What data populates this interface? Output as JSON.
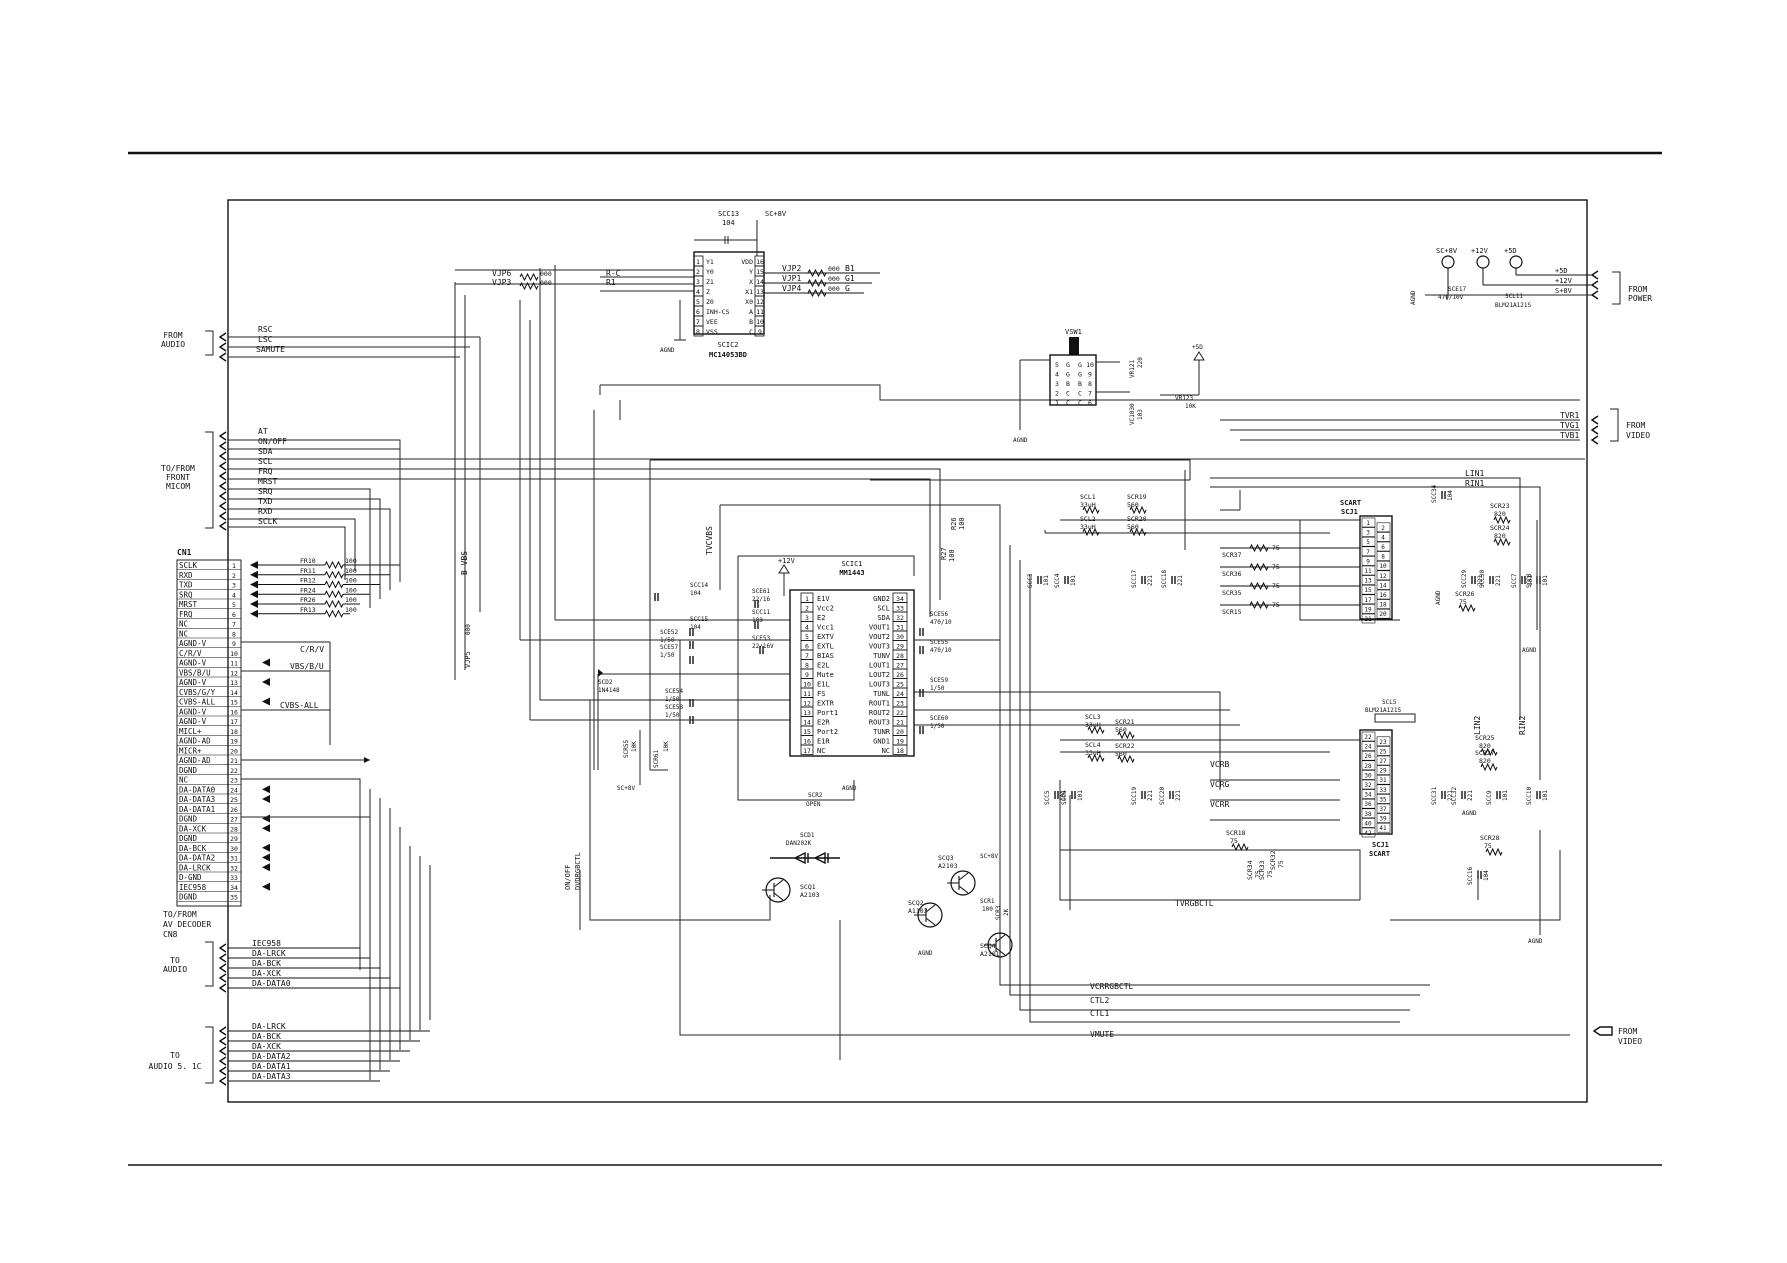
{
  "connectors": {
    "from_audio": {
      "title": [
        "FROM",
        "AUDIO"
      ],
      "signals": [
        "RSC",
        "LSC",
        "SAMUTE"
      ]
    },
    "front_micom": {
      "title": [
        "TO/FROM",
        "FRONT",
        "MICOM"
      ],
      "signals": [
        "AT",
        "ON/OFF",
        "SDA",
        "SCL",
        "FRQ",
        "MRST",
        "SRQ",
        "TXD",
        "RXD",
        "SCLK"
      ]
    },
    "cn1": {
      "title": "CN1",
      "rows": [
        {
          "pin": "1",
          "label": "SCLK"
        },
        {
          "pin": "2",
          "label": "RXD"
        },
        {
          "pin": "3",
          "label": "TXD"
        },
        {
          "pin": "4",
          "label": "SRQ"
        },
        {
          "pin": "5",
          "label": "MRST"
        },
        {
          "pin": "6",
          "label": "FRQ"
        },
        {
          "pin": "7",
          "label": "NC"
        },
        {
          "pin": "8",
          "label": "NC"
        },
        {
          "pin": "9",
          "label": "AGND-V"
        },
        {
          "pin": "10",
          "label": "C/R/V"
        },
        {
          "pin": "11",
          "label": "AGND-V"
        },
        {
          "pin": "12",
          "label": "VBS/B/U"
        },
        {
          "pin": "13",
          "label": "AGND-V"
        },
        {
          "pin": "14",
          "label": "CVBS/G/Y"
        },
        {
          "pin": "15",
          "label": "CVBS-ALL"
        },
        {
          "pin": "16",
          "label": "AGND-V"
        },
        {
          "pin": "17",
          "label": "AGND-V"
        },
        {
          "pin": "18",
          "label": "MICL+"
        },
        {
          "pin": "19",
          "label": "AGND-AD"
        },
        {
          "pin": "20",
          "label": "MICR+"
        },
        {
          "pin": "21",
          "label": "AGND-AD"
        },
        {
          "pin": "22",
          "label": "DGND"
        },
        {
          "pin": "23",
          "label": "NC"
        },
        {
          "pin": "24",
          "label": "DA-DATA0"
        },
        {
          "pin": "25",
          "label": "DA-DATA3"
        },
        {
          "pin": "26",
          "label": "DA-DATA1"
        },
        {
          "pin": "27",
          "label": "DGND"
        },
        {
          "pin": "28",
          "label": "DA-XCK"
        },
        {
          "pin": "29",
          "label": "DGND"
        },
        {
          "pin": "30",
          "label": "DA-BCK"
        },
        {
          "pin": "31",
          "label": "DA-DATA2"
        },
        {
          "pin": "32",
          "label": "DA-LRCK"
        },
        {
          "pin": "33",
          "label": "D-GND"
        },
        {
          "pin": "34",
          "label": "IEC958"
        },
        {
          "pin": "35",
          "label": "DGND"
        }
      ],
      "caption": [
        "TO/FROM",
        "AV DECODER",
        "CN8"
      ]
    },
    "to_audio": {
      "title": [
        "TO",
        "AUDIO"
      ],
      "signals": [
        "IEC958",
        "DA-LRCK",
        "DA-BCK",
        "DA-XCK",
        "DA-DATA0"
      ]
    },
    "to_audio_5_1": {
      "title": [
        "TO",
        "AUDIO 5. 1C"
      ],
      "signals": [
        "DA-LRCK",
        "DA-BCK",
        "DA-XCK",
        "DA-DATA2",
        "DA-DATA1",
        "DA-DATA3"
      ]
    },
    "from_power": {
      "title": [
        "FROM",
        "POWER"
      ],
      "signals": [
        "+5D",
        "+12V",
        "S+8V"
      ]
    },
    "from_video": {
      "title": [
        "FROM",
        "VIDEO"
      ],
      "signals": [
        "TVR1",
        "TVG1",
        "TVB1"
      ]
    },
    "from_video_mute": {
      "title": [
        "FROM",
        "VIDEO"
      ],
      "signal": "VMUTE"
    }
  },
  "cn1_resistors": [
    {
      "ref": "FR10",
      "value": "100"
    },
    {
      "ref": "FR11",
      "value": "100"
    },
    {
      "ref": "FR12",
      "value": "100"
    },
    {
      "ref": "FR24",
      "value": "100"
    },
    {
      "ref": "FR26",
      "value": "100"
    },
    {
      "ref": "FR13",
      "value": "100"
    }
  ],
  "cn1_nets": [
    "C/R/V",
    "VBS/B/U",
    "CVBS-ALL"
  ],
  "scic2": {
    "ref": "SCIC2",
    "part": "MC14053BD",
    "gnd": "AGND",
    "cap": {
      "ref": "SCC13",
      "value": "104"
    },
    "supply": "SC+8V",
    "left_pins": [
      {
        "name": "Y1",
        "pin": "1"
      },
      {
        "name": "Y0",
        "pin": "2"
      },
      {
        "name": "Z1",
        "pin": "3"
      },
      {
        "name": "Z",
        "pin": "4"
      },
      {
        "name": "Z0",
        "pin": "5"
      },
      {
        "name": "INH-CS",
        "pin": "6"
      },
      {
        "name": "VEE",
        "pin": "7"
      },
      {
        "name": "VSS",
        "pin": "8"
      }
    ],
    "right_pins": [
      {
        "name": "VDD",
        "pin": "16"
      },
      {
        "name": "Y",
        "pin": "15"
      },
      {
        "name": "X",
        "pin": "14"
      },
      {
        "name": "X1",
        "pin": "13"
      },
      {
        "name": "X0",
        "pin": "12"
      },
      {
        "name": "A",
        "pin": "11"
      },
      {
        "name": "B",
        "pin": "10"
      },
      {
        "name": "C",
        "pin": "9"
      }
    ],
    "left_res": [
      {
        "ref": "VJP6",
        "value": "000"
      },
      {
        "ref": "VJP3",
        "value": "000"
      }
    ],
    "left_nets": [
      "R-C",
      "R1"
    ],
    "right_res": [
      {
        "ref": "VJP2",
        "value": "000",
        "net": "B1"
      },
      {
        "ref": "VJP1",
        "value": "000",
        "net": "G1"
      },
      {
        "ref": "VJP4",
        "value": "000",
        "net": "G"
      }
    ]
  },
  "scic1": {
    "ref": "SCIC1",
    "part": "MM1443",
    "supply": "+12V",
    "gnd": "AGND",
    "left_pins": [
      {
        "name": "E1V",
        "pin": "1"
      },
      {
        "name": "Vcc2",
        "pin": "2"
      },
      {
        "name": "E2",
        "pin": "3"
      },
      {
        "name": "Vcc1",
        "pin": "4"
      },
      {
        "name": "EXTV",
        "pin": "5"
      },
      {
        "name": "EXTL",
        "pin": "6"
      },
      {
        "name": "BIAS",
        "pin": "7"
      },
      {
        "name": "E2L",
        "pin": "8"
      },
      {
        "name": "Mute",
        "pin": "9"
      },
      {
        "name": "E1L",
        "pin": "10"
      },
      {
        "name": "FS",
        "pin": "11"
      },
      {
        "name": "EXTR",
        "pin": "12"
      },
      {
        "name": "Port1",
        "pin": "13"
      },
      {
        "name": "E2R",
        "pin": "14"
      },
      {
        "name": "Port2",
        "pin": "15"
      },
      {
        "name": "E1R",
        "pin": "16"
      },
      {
        "name": "NC",
        "pin": "17"
      }
    ],
    "right_pins": [
      {
        "name": "GND2",
        "pin": "34"
      },
      {
        "name": "SCL",
        "pin": "33"
      },
      {
        "name": "SDA",
        "pin": "32"
      },
      {
        "name": "VOUT1",
        "pin": "31"
      },
      {
        "name": "VOUT2",
        "pin": "30"
      },
      {
        "name": "VOUT3",
        "pin": "29"
      },
      {
        "name": "TUNV",
        "pin": "28"
      },
      {
        "name": "LOUT1",
        "pin": "27"
      },
      {
        "name": "LOUT2",
        "pin": "26"
      },
      {
        "name": "LOUT3",
        "pin": "25"
      },
      {
        "name": "TUNL",
        "pin": "24"
      },
      {
        "name": "ROUT1",
        "pin": "23"
      },
      {
        "name": "ROUT2",
        "pin": "22"
      },
      {
        "name": "ROUT3",
        "pin": "21"
      },
      {
        "name": "TUNR",
        "pin": "20"
      },
      {
        "name": "GND1",
        "pin": "19"
      },
      {
        "name": "NC",
        "pin": "18"
      }
    ],
    "caps": [
      {
        "ref": "SCC14",
        "value": "104"
      },
      {
        "ref": "SCE61",
        "value": "22/16"
      },
      {
        "ref": "SCC11",
        "value": "103"
      },
      {
        "ref": "SCC15",
        "value": "104"
      },
      {
        "ref": "SCE52",
        "value": "1/50"
      },
      {
        "ref": "SCE53",
        "value": "22/16V"
      },
      {
        "ref": "SCE57",
        "value": "1/50"
      },
      {
        "ref": "SCE54",
        "value": "1/50"
      },
      {
        "ref": "SCE58",
        "value": "1/50"
      },
      {
        "ref": "SCE56",
        "value": "470/10"
      },
      {
        "ref": "SCE55",
        "value": "470/10"
      },
      {
        "ref": "SCE59",
        "value": "1/50"
      },
      {
        "ref": "SCE60",
        "value": "1/50"
      }
    ],
    "misc": {
      "diode": "SCD2",
      "diode_part": "1N4148",
      "r_a": "SCR55",
      "r_a_val": "10K",
      "r_b": "SCR61",
      "r_b_val": "10K",
      "supply2": "SC+8V"
    }
  },
  "nets": {
    "b_vbs": "B-VBS",
    "tvcvbs": "TVCVBS",
    "vjp5": "VJP5",
    "vjp5_val": "000",
    "r27": "R27",
    "r27_val": "100",
    "r26": "R26",
    "r26_val": "100",
    "lin1": "LIN1",
    "rin1": "RIN1",
    "lin2": "LIN2",
    "rin2": "RIN2",
    "vcrb": "VCRB",
    "vcrg": "VCRG",
    "vcrr": "VCRR",
    "tvrgbctl": "TVRGBCTL",
    "vcrrgbctl": "VCRRGBCTL",
    "ctl2": "CTL2",
    "ctl1": "CTL1",
    "dvdrgbctl": "DVDRGBCTL",
    "onoff": "ON/OFF"
  },
  "vsw": {
    "ref": "VSW1",
    "vr1": "VR121",
    "vr1_val": "220",
    "vr2": "VR123",
    "vr2_val": "10K",
    "vc": "VC1030",
    "vc_val": "103",
    "p5d": "+5D",
    "gnd": "AGND",
    "legend": [
      "G",
      "G",
      "B",
      "C",
      "C"
    ],
    "nums": [
      "1",
      "2",
      "3",
      "4",
      "5",
      "6",
      "7",
      "8",
      "9",
      "10"
    ]
  },
  "power": {
    "sc8v": "SC+8V",
    "p12v": "+12V",
    "p5d": "+5D",
    "cap": "SCE17",
    "cap_val": "470/10V",
    "ind": "SCL11",
    "ind_part": "BLM21A121S",
    "gnd": "AGND"
  },
  "transistors": [
    {
      "ref": "SCQ1",
      "part": "A2103"
    },
    {
      "ref": "SCQ2",
      "part": "A1103"
    },
    {
      "ref": "SCQ3",
      "part": "A2103"
    },
    {
      "ref": "SCQ4",
      "part": "A2101"
    }
  ],
  "trans_misc": {
    "diode": "SCD1",
    "diode_part": "DAN202K",
    "open_ref": "SCR2",
    "open": "OPEN",
    "supply": "SC+8V",
    "res": "SCR1",
    "res_val": "100",
    "res2": "SCR3",
    "res2_val": "2K",
    "gnd": "AGND"
  },
  "scart1": {
    "title": [
      "SCART",
      "SCJ1"
    ],
    "pins": [
      "1",
      "2",
      "3",
      "4",
      "5",
      "6",
      "7",
      "8",
      "9",
      "10",
      "11",
      "12",
      "13",
      "14",
      "15",
      "16",
      "17",
      "18",
      "19",
      "20",
      "21"
    ],
    "res": [
      {
        "ref": "SCR37",
        "value": "75"
      },
      {
        "ref": "SCR36",
        "value": "75"
      },
      {
        "ref": "SCR35",
        "value": "75"
      },
      {
        "ref": "SCR15",
        "value": "75"
      }
    ],
    "filter": [
      {
        "ref": "SCL1",
        "value": "33uH"
      },
      {
        "ref": "SCL2",
        "value": "33uH"
      },
      {
        "ref": "SCR19",
        "value": "560"
      },
      {
        "ref": "SCR20",
        "value": "560"
      }
    ],
    "caps": [
      {
        "ref": "SCC3",
        "value": "101"
      },
      {
        "ref": "SCC4",
        "value": "101"
      },
      {
        "ref": "SCC17",
        "value": "221"
      },
      {
        "ref": "SCC18",
        "value": "221"
      },
      {
        "ref": "SCC29",
        "value": "221"
      },
      {
        "ref": "SCC30",
        "value": "221"
      },
      {
        "ref": "SCC7",
        "value": "101"
      },
      {
        "ref": "SCC8",
        "value": "101"
      },
      {
        "ref": "SCC34",
        "value": "104"
      }
    ],
    "right": [
      {
        "ref": "SCR23",
        "value": "820"
      },
      {
        "ref": "SCR24",
        "value": "820"
      },
      {
        "ref": "SCR26",
        "value": "75"
      }
    ],
    "gnd": "AGND"
  },
  "scart2": {
    "title": [
      "SCJ1",
      "SCART"
    ],
    "pins": [
      "22",
      "23",
      "24",
      "25",
      "26",
      "27",
      "28",
      "29",
      "30",
      "31",
      "32",
      "33",
      "34",
      "35",
      "36",
      "37",
      "38",
      "39",
      "40",
      "41",
      "42"
    ],
    "ind": "SCL5",
    "ind_part": "BLM21A121S",
    "filter": [
      {
        "ref": "SCL3",
        "value": "33uH"
      },
      {
        "ref": "SCL4",
        "value": "33uH"
      },
      {
        "ref": "SCR21",
        "value": "560"
      },
      {
        "ref": "SCR22",
        "value": "560"
      }
    ],
    "caps": [
      {
        "ref": "SCC5",
        "value": "101"
      },
      {
        "ref": "SCC6",
        "value": "101"
      },
      {
        "ref": "SCC19",
        "value": "221"
      },
      {
        "ref": "SCC20",
        "value": "221"
      },
      {
        "ref": "SCC31",
        "value": "221"
      },
      {
        "ref": "SCC32",
        "value": "221"
      },
      {
        "ref": "SCC9",
        "value": "101"
      },
      {
        "ref": "SCC10",
        "value": "101"
      },
      {
        "ref": "SCC16",
        "value": "104"
      }
    ],
    "res": [
      {
        "ref": "SCR18",
        "value": "75"
      },
      {
        "ref": "SCR34",
        "value": "75"
      },
      {
        "ref": "SCR33",
        "value": "75"
      },
      {
        "ref": "SCR32",
        "value": "75"
      },
      {
        "ref": "SCR25",
        "value": "820"
      },
      {
        "ref": "SCR27",
        "value": "820"
      },
      {
        "ref": "SCR28",
        "value": "75"
      }
    ],
    "gnd": "AGND"
  }
}
